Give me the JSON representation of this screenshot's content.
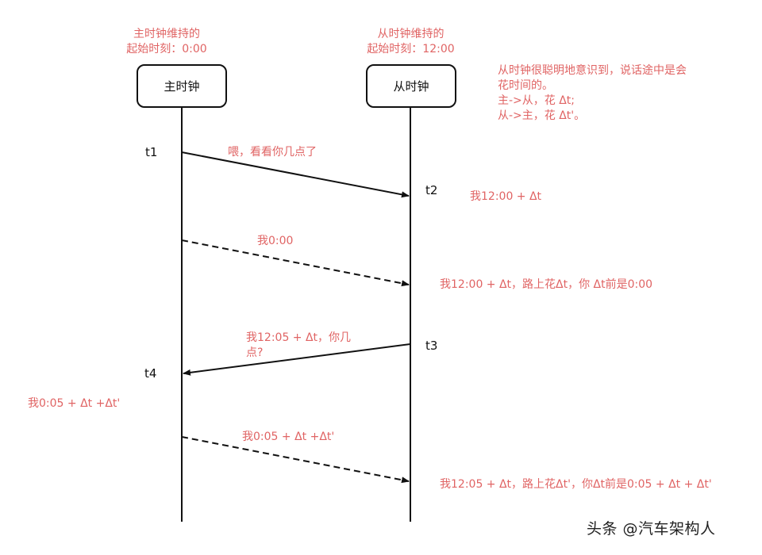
{
  "master": {
    "note_line1": "主时钟维持的",
    "note_line2": "起始时刻：0:00",
    "box_label": "主时钟"
  },
  "slave": {
    "note_line1": "从时钟维持的",
    "note_line2": "起始时刻：12:00",
    "box_label": "从时钟"
  },
  "explanation": {
    "line1": "从时钟很聪明地意识到，说话途中是会",
    "line2": "花时间的。",
    "line3": "主->从，花 Δt;",
    "line4": "从->主，花 Δt'。"
  },
  "time_labels": {
    "t1": "t1",
    "t2": "t2",
    "t3": "t3",
    "t4": "t4"
  },
  "messages": [
    {
      "label": "喂，看看你几点了",
      "style": "solid",
      "direction": "master-to-slave"
    },
    {
      "label": "我0:00",
      "style": "dashed",
      "direction": "master-to-slave"
    },
    {
      "label_line1": "我12:05 + Δt，你几",
      "label_line2": "点?",
      "style": "solid",
      "direction": "slave-to-master"
    },
    {
      "label": "我0:05 + Δt +Δt'",
      "style": "dashed",
      "direction": "master-to-slave"
    }
  ],
  "annotations": {
    "slave_t2": "我12:00 + Δt",
    "slave_after_msg2": "我12:00 + Δt，路上花Δt，你 Δt前是0:00",
    "master_t4": "我0:05 +  Δt +Δt'",
    "slave_after_msg4": "我12:05 + Δt，路上花Δt'，你Δt前是0:05 + Δt + Δt'"
  },
  "colors": {
    "annotation": "#e06464",
    "line": "#111111"
  },
  "watermark": "头条 @汽车架构人"
}
